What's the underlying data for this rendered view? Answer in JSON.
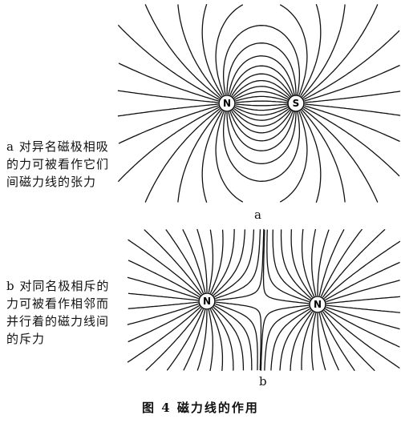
{
  "panel_a": {
    "caption_lines": [
      "a 对异名磁极相吸",
      "的力可被看作它们",
      "间磁力线的张力"
    ],
    "label": "a",
    "poles": [
      "N",
      "S"
    ]
  },
  "panel_b": {
    "caption_lines": [
      "b 对同名极相斥的",
      "力可被看作相邻而",
      "并行着的磁力线间",
      "的斥力"
    ],
    "label": "b",
    "poles": [
      "N",
      "N"
    ]
  },
  "figure_title": "图 4  磁力线的作用",
  "colors": {
    "line": "#111111",
    "background": "#ffffff"
  }
}
